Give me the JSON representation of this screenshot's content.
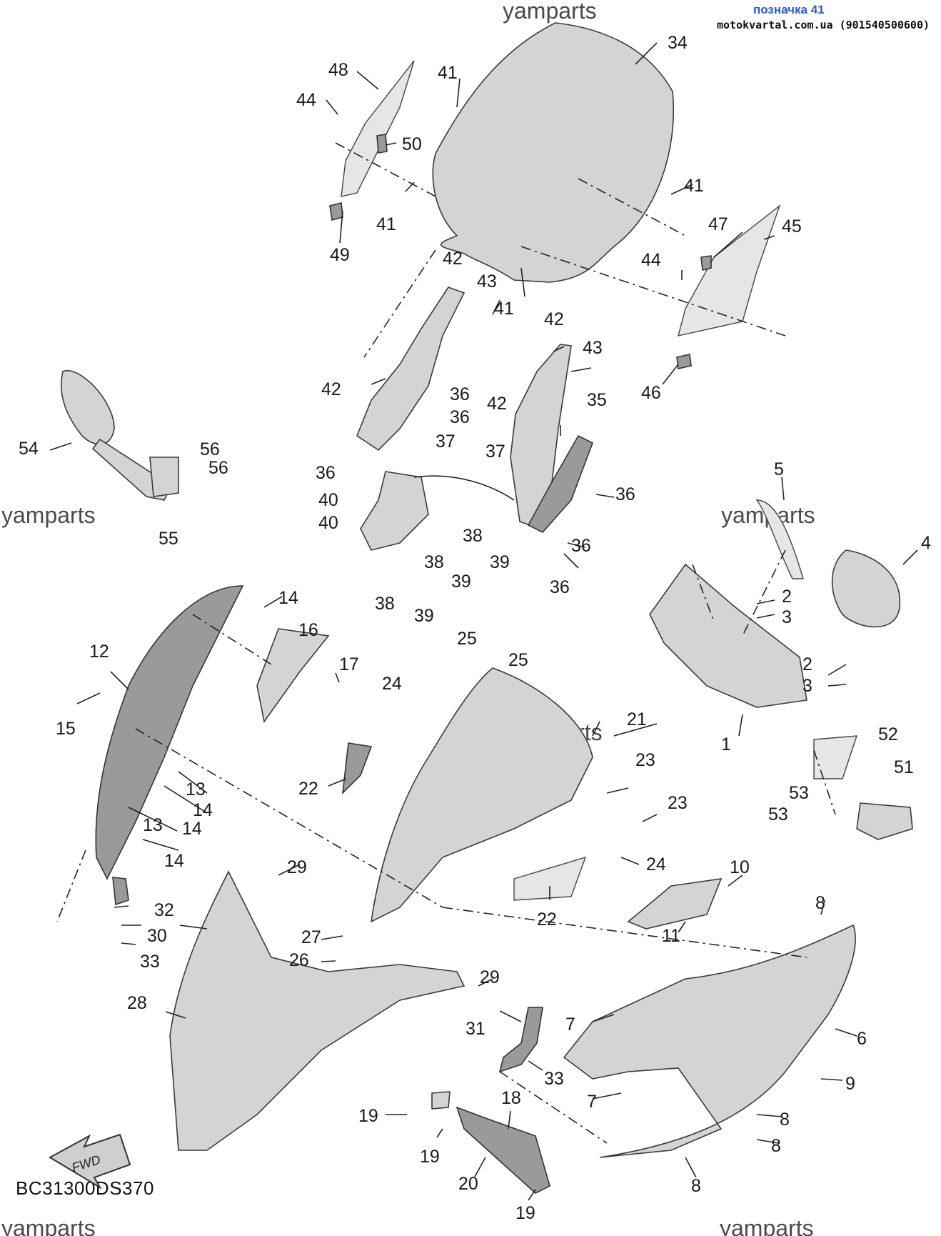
{
  "header": {
    "badge_link": "позначка 41",
    "site": "motokvartal.com.ua (901540500600)"
  },
  "watermark": "yamparts",
  "diagram_code": "BC31300DS370",
  "fwd_arrow": "FWD",
  "icons": [
    "fwd-arrow-icon"
  ],
  "callouts": [
    "1",
    "2",
    "2",
    "3",
    "3",
    "4",
    "5",
    "6",
    "7",
    "7",
    "8",
    "8",
    "8",
    "8",
    "9",
    "10",
    "11",
    "12",
    "13",
    "13",
    "14",
    "14",
    "14",
    "14",
    "15",
    "16",
    "17",
    "18",
    "19",
    "19",
    "19",
    "20",
    "21",
    "22",
    "22",
    "23",
    "23",
    "24",
    "24",
    "25",
    "25",
    "26",
    "27",
    "28",
    "29",
    "29",
    "30",
    "31",
    "32",
    "33",
    "33",
    "34",
    "35",
    "36",
    "36",
    "36",
    "36",
    "36",
    "36",
    "37",
    "37",
    "38",
    "38",
    "38",
    "39",
    "39",
    "39",
    "40",
    "40",
    "41",
    "41",
    "41",
    "41",
    "42",
    "42",
    "42",
    "42",
    "43",
    "43",
    "44",
    "44",
    "45",
    "46",
    "47",
    "48",
    "49",
    "50",
    "51",
    "52",
    "53",
    "53",
    "54",
    "55",
    "56",
    "56"
  ]
}
